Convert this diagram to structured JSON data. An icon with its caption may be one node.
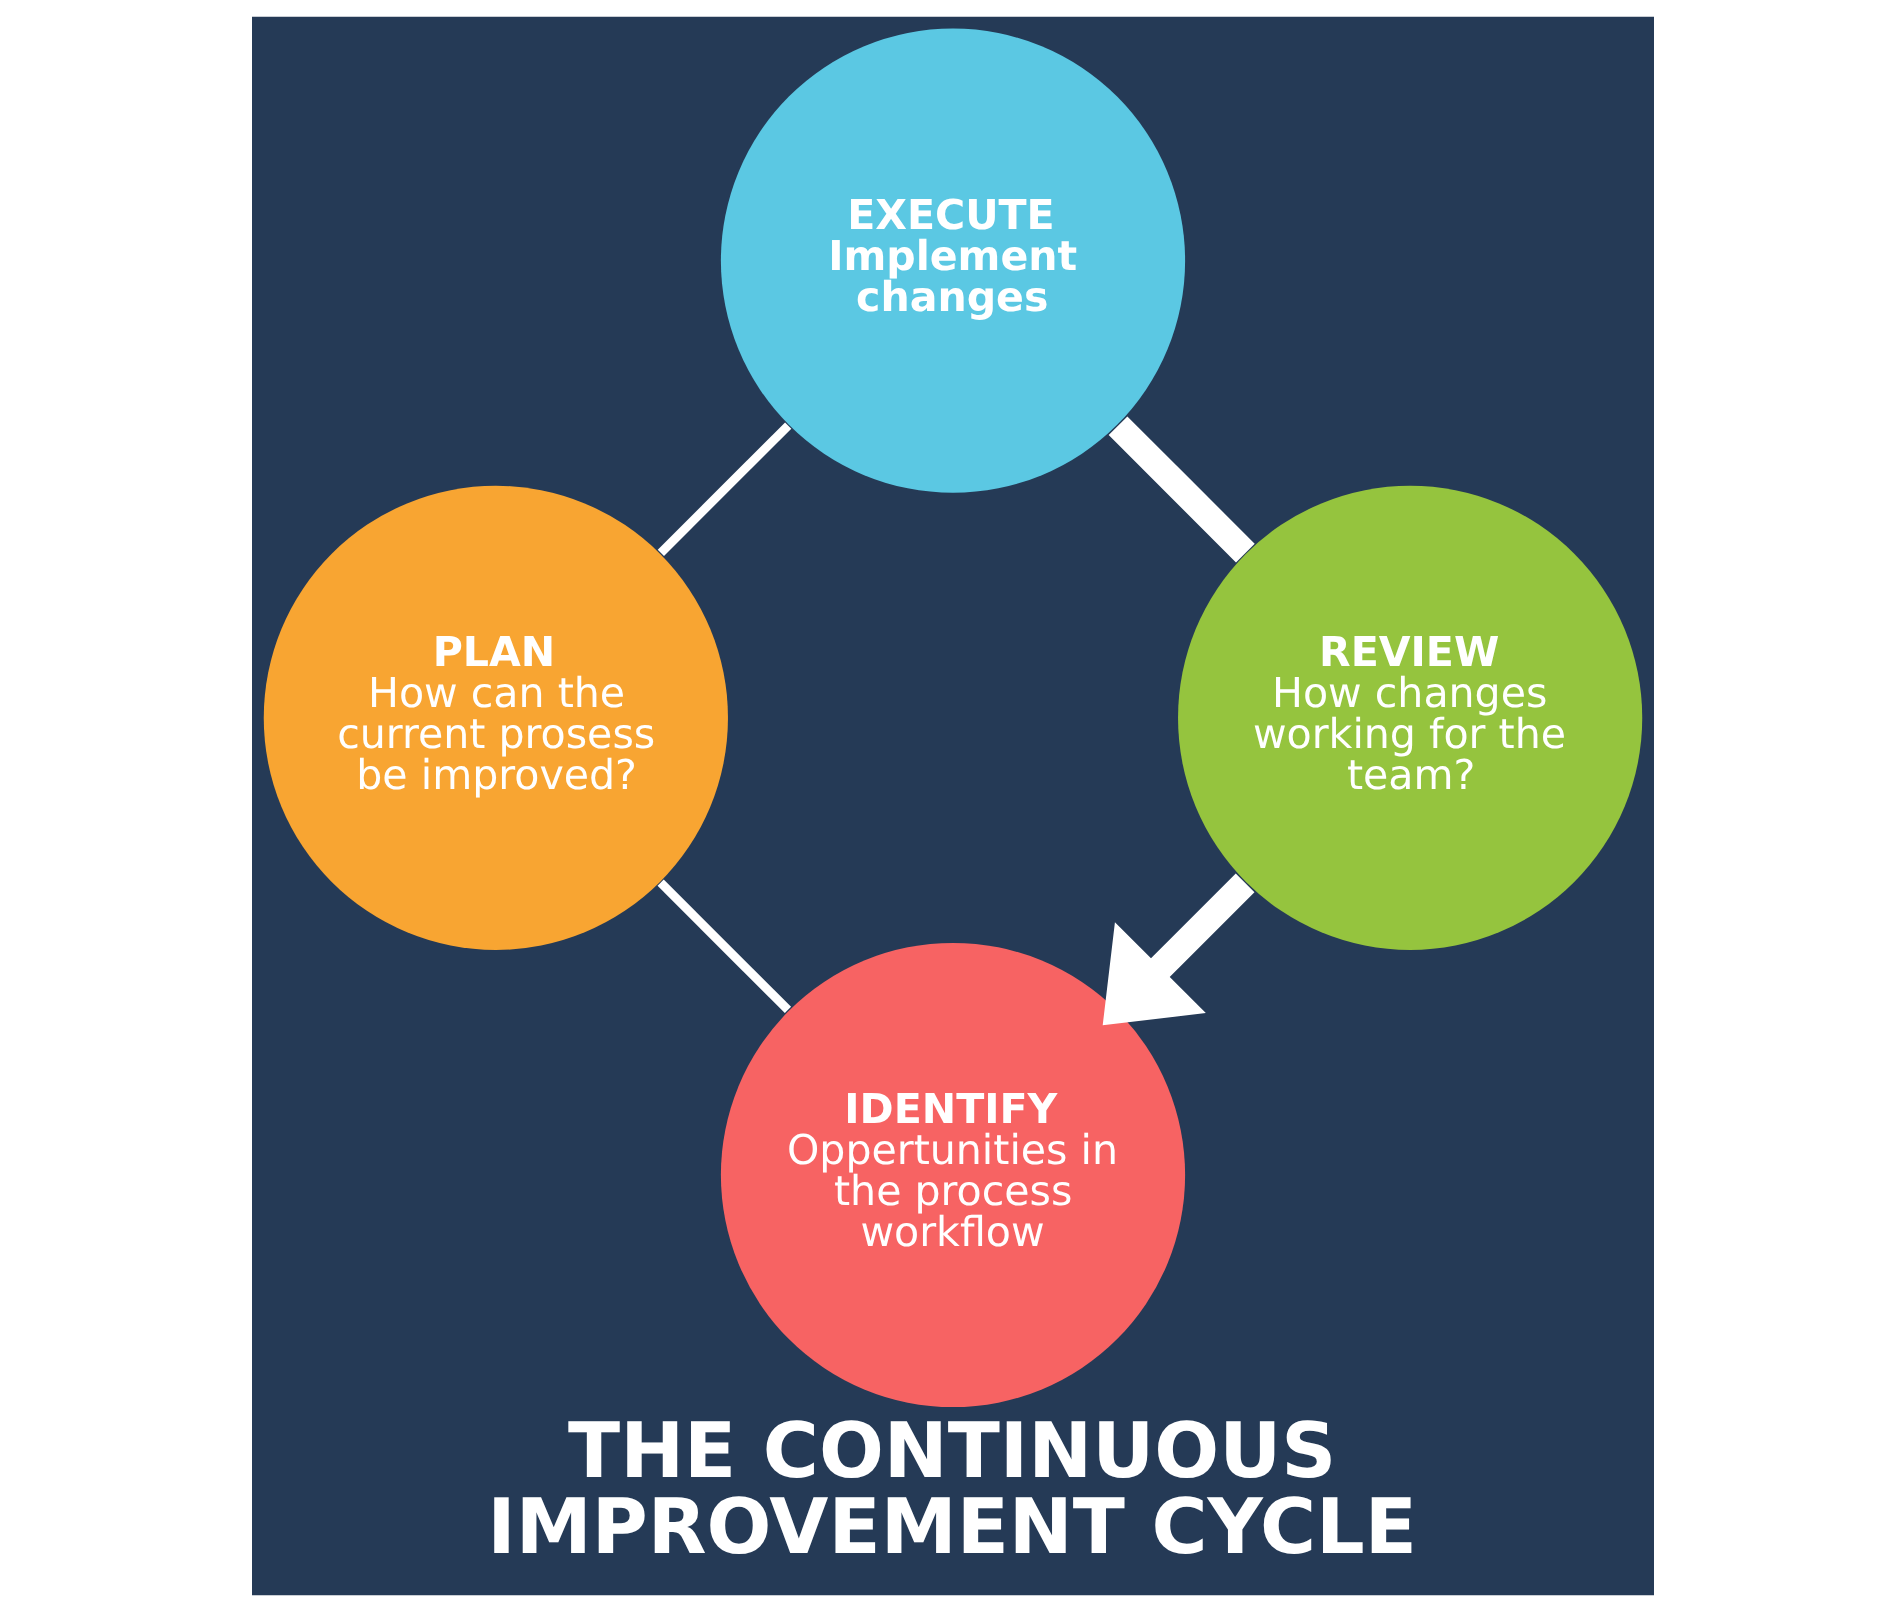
{
  "diagram": {
    "title": "THE CONTINUOUS IMPROVEMENT CYCLE",
    "nodes": [
      {
        "text": [
          "IDENTIFY",
          "Oppertunities in the process workflow"
        ]
      },
      {
        "text": [
          "PLAN",
          "How can the current prosess be improved?"
        ]
      },
      {
        "text": [
          "EXECUTE",
          "Implement changes"
        ]
      },
      {
        "text": [
          "REVIEW",
          "How changes working for the team?"
        ]
      }
    ],
    "edges": [
      {
        "from": 0,
        "to": 1,
        "arrow": "none"
      },
      {
        "from": 1,
        "to": 2,
        "arrow": "none"
      },
      {
        "from": 2,
        "to": 3,
        "arrow": "none",
        "style": "thick"
      },
      {
        "from": 3,
        "to": 0,
        "arrow": "to",
        "style": "thick"
      }
    ]
  }
}
